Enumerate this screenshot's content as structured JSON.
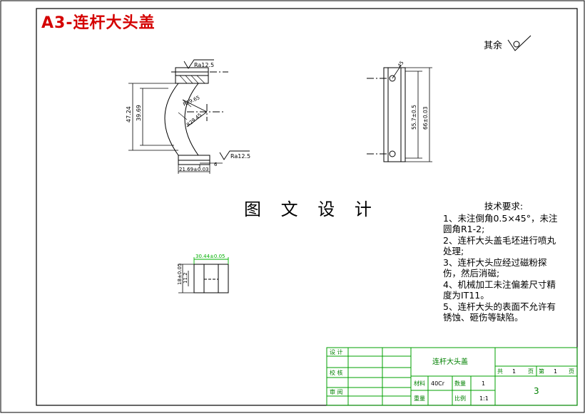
{
  "banner": "A3-连杆大头盖",
  "watermark": "图 文 设 计",
  "roughness_rest": "其余",
  "dims": {
    "ra_top": "Ra12.5",
    "ra_bottom": "Ra12.5",
    "h_outer": "47.24",
    "h_inner": "39.69",
    "r_outer": "R39.65",
    "r_inner": "R29.45",
    "w_bottom": "21.69±0.03",
    "w_small": "6",
    "chamfer": "45",
    "side_inner": "55.7±0.5",
    "side_outer": "66±0.03",
    "top_width": "30.44±0.05",
    "small_h1": "18±0.05",
    "small_h2": "11.2"
  },
  "notes": {
    "title": "技术要求:",
    "items": [
      "1、未注倒角0.5×45°，未注圆角R1-2;",
      "2、连杆大头盖毛坯进行喷丸处理;",
      "3、连杆大头应经过磁粉探伤，然后消磁;",
      "4、机械加工未注偏差尺寸精度为IT11。",
      "5、连杆大头的表面不允许有锈蚀、砸伤等缺陷。"
    ]
  },
  "title_block": {
    "design": "设 计",
    "check": "校 核",
    "review": "审 阅",
    "part_name": "连杆大头盖",
    "material_label": "材料",
    "material_value": "40Cr",
    "qty_label": "数量",
    "qty_value": "1",
    "weight_label": "重量",
    "scale_label": "比例",
    "scale_value": "1:1",
    "total_label": "共",
    "total_value": "1",
    "page_unit": "页",
    "sheet_label": "第",
    "sheet_value": "1",
    "sheet_unit": "页",
    "drawing_no": "3"
  },
  "colors": {
    "banner": "#d40000",
    "frame": "#000000",
    "title_block": "#00a000",
    "top_dim": "#00b000"
  }
}
